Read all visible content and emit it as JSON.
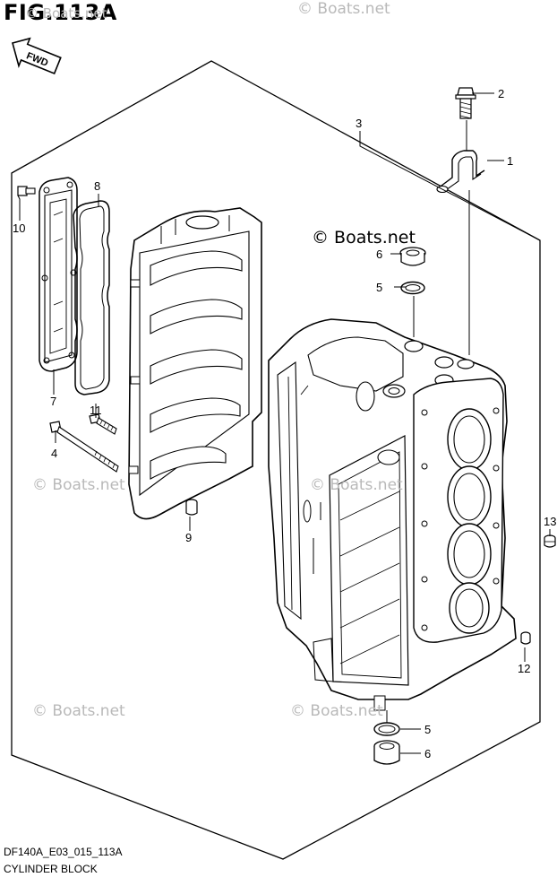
{
  "figure": {
    "title": "FIG.113A",
    "model_code": "DF140A_E03_015_113A",
    "name": "CYLINDER BLOCK"
  },
  "direction_badge": {
    "text": "FWD"
  },
  "watermark": {
    "text": "© Boats.net"
  },
  "callouts": {
    "c1": "1",
    "c2": "2",
    "c3": "3",
    "c4": "4",
    "c5a": "5",
    "c5b": "5",
    "c6a": "6",
    "c6b": "6",
    "c7": "7",
    "c8": "8",
    "c9": "9",
    "c10": "10",
    "c11": "11",
    "c12": "12",
    "c13": "13"
  }
}
